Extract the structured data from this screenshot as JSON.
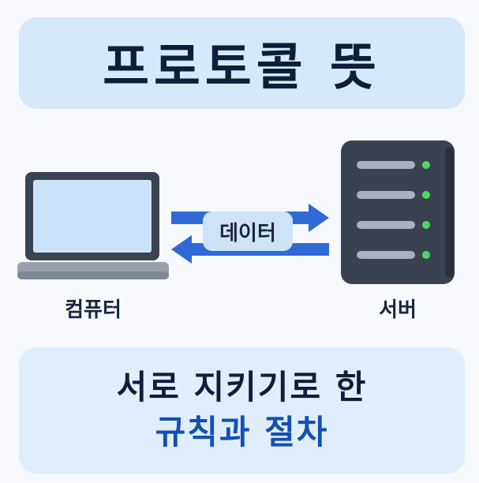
{
  "title": "프로토콜 뜻",
  "diagram": {
    "left_label": "컴퓨터",
    "right_label": "서버",
    "arrow_label": "데이터"
  },
  "definition": {
    "line1": "서로 지키기로 한",
    "line2": "규칙과 절차"
  },
  "colors": {
    "title_bg": "#d6e8fa",
    "definition_bg": "#e0eefb",
    "accent_blue": "#1450b4",
    "arrow_blue": "#2f6ad6",
    "server_body": "#3a4250",
    "server_led": "#4cd964"
  }
}
